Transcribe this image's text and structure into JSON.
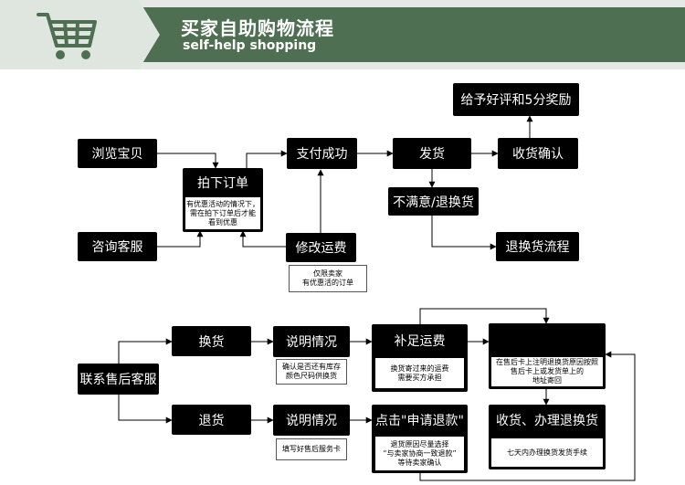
{
  "header": {
    "title": "买家自助购物流程",
    "subtitle": "self-help shopping",
    "icon": "shopping-cart-icon",
    "colors": {
      "band": "#4f6f52",
      "icon_panel": "#dfe6df",
      "box": "#000000"
    }
  },
  "purchase_flow": {
    "browse": "浏览宝贝",
    "consult": "咨询客服",
    "place_order": "拍下订单",
    "place_order_note": "有优惠活动的情况下，\n需在拍下订单后才能\n看到优惠",
    "modify_shipping": "修改运费",
    "modify_shipping_note": "仅限卖家\n有优惠活的订单",
    "pay_success": "支付成功",
    "ship": "发货",
    "unsatisfied": "不满意/退换货",
    "confirm_receipt": "收货确认",
    "review_reward": "给予好评和5分奖励",
    "return_flow": "退换货流程"
  },
  "aftersales_flow": {
    "contact": "联系售后客服",
    "exchange": "换货",
    "refund": "退货",
    "explain_1": "说明情况",
    "explain_1_note": "确认是否还有库存\n颜色尺码供换货",
    "explain_2": "说明情况",
    "explain_2_note": "填写好售后服务卡",
    "supplement_shipping": "补足运费",
    "supplement_shipping_note": "换货寄过来的运费\n需要买方承担",
    "apply_refund": "点击\"申请退款\"",
    "apply_refund_note": "退货原因尽量选择\n“与卖家协商一致退款”\n等待卖家确认",
    "address_note": "在售后卡上注明退换货原因按照\n售后卡上或发货单上的\n地址寄回",
    "receive_process": "收货、办理退换货",
    "receive_process_note": "七天内办理换货发货手续"
  }
}
